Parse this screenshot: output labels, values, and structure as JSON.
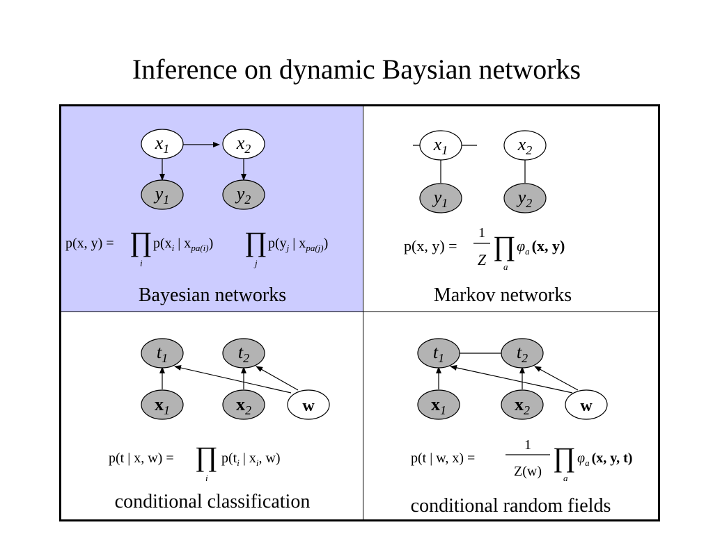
{
  "title": "Inference on dynamic Baysian networks",
  "colors": {
    "highlight_cell": "#ccccff",
    "observed_node": "#b3b3b3",
    "hidden_node": "#ffffff",
    "stroke": "#000000"
  },
  "panels": {
    "bayesian": {
      "caption": "Bayesian networks",
      "nodes": [
        {
          "var": "x",
          "sub": "1"
        },
        {
          "var": "x",
          "sub": "2"
        },
        {
          "var": "y",
          "sub": "1"
        },
        {
          "var": "y",
          "sub": "2"
        }
      ],
      "formula": {
        "lhs": "p(x, y) =",
        "term1": "p(x",
        "term1_sub": "i",
        "term1_given": " | x",
        "term1_given_sub": "pa(i)",
        "term2": "p(y",
        "term2_sub": "j",
        "term2_given": " | x",
        "term2_given_sub": "pa(j)",
        "idx1": "i",
        "idx2": "j",
        "close": ")"
      }
    },
    "markov": {
      "caption": "Markov networks",
      "nodes": [
        {
          "var": "x",
          "sub": "1"
        },
        {
          "var": "x",
          "sub": "2"
        },
        {
          "var": "y",
          "sub": "1"
        },
        {
          "var": "y",
          "sub": "2"
        }
      ],
      "formula": {
        "lhs": "p(x, y) =",
        "numerator": "1",
        "denominator": "Z",
        "factor": "φ",
        "factor_sub": "a",
        "args": "(x, y)",
        "idx": "a"
      }
    },
    "conditional_classification": {
      "caption": "conditional classification",
      "nodes": [
        {
          "var": "t",
          "sub": "1"
        },
        {
          "var": "t",
          "sub": "2"
        },
        {
          "var": "x",
          "sub": "1"
        },
        {
          "var": "x",
          "sub": "2"
        },
        {
          "var": "w",
          "sub": ""
        }
      ],
      "formula": {
        "lhs": "p(t | x, w) =",
        "term": "p(t",
        "term_sub": "i",
        "given": " | x",
        "given_sub": "i",
        "tail": ", w)",
        "idx": "i"
      }
    },
    "crf": {
      "caption": "conditional random fields",
      "nodes": [
        {
          "var": "t",
          "sub": "1"
        },
        {
          "var": "t",
          "sub": "2"
        },
        {
          "var": "x",
          "sub": "1"
        },
        {
          "var": "x",
          "sub": "2"
        },
        {
          "var": "w",
          "sub": ""
        }
      ],
      "formula": {
        "lhs": "p(t | w, x) =",
        "numerator": "1",
        "denominator": "Z(w)",
        "factor": "φ",
        "factor_sub": "a",
        "args": "(x, y, t)",
        "idx": "a"
      }
    }
  }
}
